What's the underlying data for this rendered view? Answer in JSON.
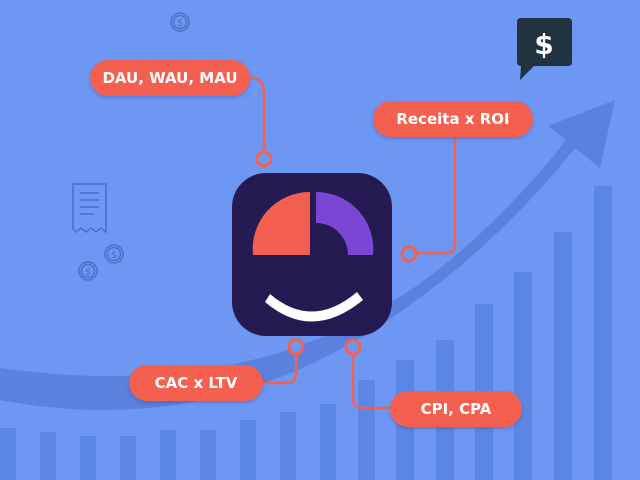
{
  "labels": {
    "dau": "DAU, WAU, MAU",
    "receita": "Receita x ROI",
    "cac": "CAC x LTV",
    "cpi": "CPI, CPA"
  },
  "icons": {
    "app": "analytics-app-icon",
    "chat": "dollar-chat-icon",
    "coin": "dollar-coin-icon",
    "receipt": "receipt-icon",
    "trend": "trend-arrow-icon"
  },
  "colors": {
    "background": "#6d97f2",
    "accent": "#f4604f",
    "app_bg": "#251a52",
    "pie_purple": "#7a47d4",
    "smile": "#ffffff"
  }
}
